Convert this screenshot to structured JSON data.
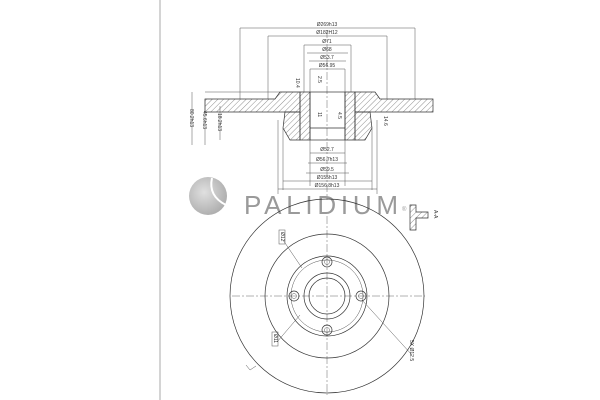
{
  "brand": {
    "name": "PALIDIUM",
    "registered": "®"
  },
  "section_view": {
    "dims_top": [
      "Ø269h13",
      "Ø182H12",
      "Ø71",
      "Ø68",
      "Ø53.7",
      "Ø56.95"
    ],
    "dims_bottom": [
      "Ø52.7",
      "Ø56.7h13",
      "Ø59.5",
      "Ø155h13",
      "Ø156.8h13"
    ],
    "dims_left": [
      "80.2h13",
      "45.6h13",
      "18.2h13"
    ],
    "dims_misc": [
      "10.4",
      "2.5",
      "11",
      "4.5",
      "14.6"
    ],
    "section_label": "A-A"
  },
  "front_view": {
    "callouts": [
      "Ø12",
      "Ø11",
      "5X Ø12.5"
    ]
  }
}
